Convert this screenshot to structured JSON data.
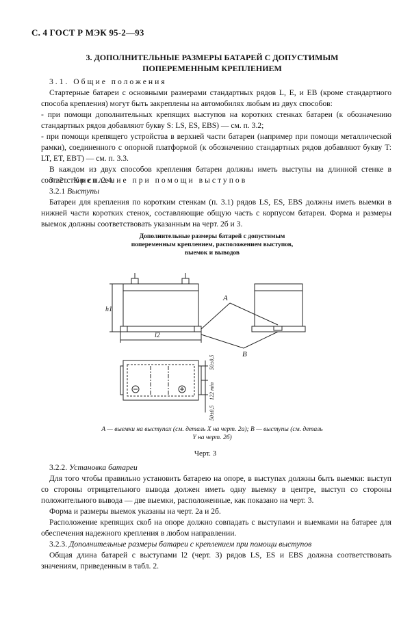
{
  "header": "С. 4 ГОСТ Р МЭК 95-2—93",
  "section_title_line1": "3. ДОПОЛНИТЕЛЬНЫЕ РАЗМЕРЫ БАТАРЕЙ С ДОПУСТИМЫМ",
  "section_title_line2": "ПОПЕРЕМЕННЫМ КРЕПЛЕНИЕМ",
  "s31_heading": "3.1. Общие положения",
  "s31_p1": "Стартерные батареи с основными размерами стандартных рядов L, E, и EB (кроме стандартного способа крепления) могут быть закреплены на автомобилях любым из двух способов:",
  "s31_p2": "- при помощи дополнительных крепящих выступов на коротких стенках батареи (к обозначению стандартных рядов добавляют букву S: LS, ES, EBS) — см. п. 3.2;",
  "s31_p3": "- при помощи крепящего устройства в верхней части батареи (например при помощи металлической рамки), соединенного с опорной платформой (к обозначению стандартных рядов добавляют букву T: LT, ET, EBT) — см. п. 3.3.",
  "s31_p4": "В каждом из двух способов крепления батареи должны иметь выступы на длинной стенке в соответствии с п. 2.4.",
  "s32_heading": "3.2. Крепление при помощи выступов",
  "s321_num": "3.2.1",
  "s321_title": "Выступы",
  "s321_p1": "Батареи для крепления по коротким стенкам (п. 3.1) рядов LS, ES, EBS должны иметь выемки в нижней части коротких стенок, составляющие общую часть с корпусом батареи. Форма и размеры выемок должны соответствовать указанным на черт. 2б и 3.",
  "figure_caption_line1": "Дополнительные размеры батарей с допустимым",
  "figure_caption_line2": "попеременным креплением, расположением выступов,",
  "figure_caption_line3": "выемок и выводов",
  "figure_labels": {
    "A": "A",
    "B": "B",
    "h1": "h1",
    "l2": "l2",
    "dim1": "50±0,5",
    "dim2": "122 min",
    "dim3": "50±0,5"
  },
  "legend_line1": "A — выемки на выступах (см. деталь X на черт. 2а); B — выступы (см. деталь",
  "legend_line2": "Y на черт. 2б)",
  "chert": "Черт. 3",
  "s322_num": "3.2.2.",
  "s322_title": "Установка батареи",
  "s322_p1": "Для того чтобы правильно установить батарею на опоре, в выступах должны быть выемки: выступ со стороны отрицательного вывода должен иметь одну выемку в центре, выступ со стороны положительного вывода — две выемки, расположенные, как показано на черт. 3.",
  "s322_p2": "Форма и размеры выемок указаны на черт. 2а и 2б.",
  "s322_p3": "Расположение крепящих скоб на опоре должно совпадать с выступами и выемками на батарее для обеспечения надежного крепления в любом направлении.",
  "s323_num": "3.2.3.",
  "s323_title": "Дополнительные размеры батареи с креплением при помощи выступов",
  "s323_p1": "Общая длина батарей с выступами l2 (черт. 3) рядов LS, ES и EBS должна соответствовать значениям, приведенным в табл. 2."
}
